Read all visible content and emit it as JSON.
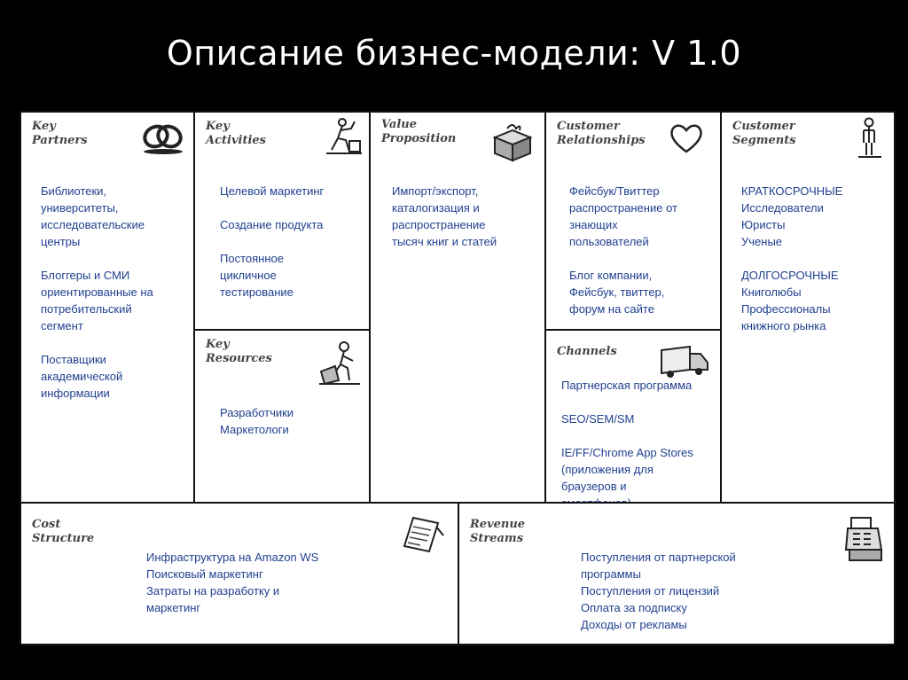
{
  "title": "Описание бизнес-модели: V 1.0",
  "colors": {
    "background": "#000000",
    "canvas": "#ffffff",
    "body_text": "#1f3f8f",
    "header_text": "#444444"
  },
  "key_partners": {
    "header": [
      "Key",
      "Partners"
    ],
    "icon": "linked-rings-icon",
    "items": [
      [
        "Библиотеки,",
        "университеты,",
        "исследовательские",
        "центры"
      ],
      [
        "Блоггеры и СМИ",
        "ориентированные на",
        "потребительский",
        "сегмент"
      ],
      [
        "Поставщики",
        "академической",
        "информации"
      ]
    ]
  },
  "key_activities": {
    "header": [
      "Key",
      "Activities"
    ],
    "icon": "worker-icon",
    "items": [
      [
        "Целевой маркетинг"
      ],
      [
        "Создание продукта"
      ],
      [
        "Постоянное",
        "цикличное",
        "тестирование"
      ]
    ]
  },
  "key_resources": {
    "header": [
      "Key",
      "Resources"
    ],
    "icon": "builder-icon",
    "items": [
      [
        "Разработчики",
        "Маркетологи"
      ]
    ]
  },
  "value_proposition": {
    "header": [
      "Value",
      "Proposition"
    ],
    "icon": "gift-box-icon",
    "items": [
      [
        "Импорт/экспорт,",
        "каталогизация и",
        "распространение",
        "тысяч книг и статей"
      ]
    ]
  },
  "customer_relationships": {
    "header": [
      "Customer",
      "Relationships"
    ],
    "icon": "heart-icon",
    "items": [
      [
        "Фейсбук/Твиттер",
        "распространение от",
        "знающих",
        "пользователей"
      ],
      [
        "Блог компании,",
        "Фейсбук, твиттер,",
        "форум на сайте"
      ]
    ]
  },
  "channels": {
    "header": [
      "Channels"
    ],
    "icon": "truck-icon",
    "items": [
      [
        "Партнерская программа"
      ],
      [
        "SEO/SEM/SM"
      ],
      [
        "IE/FF/Chrome App Stores",
        "(приложения для",
        "браузеров и",
        "смартфонов)"
      ]
    ]
  },
  "customer_segments": {
    "header": [
      "Customer",
      "Segments"
    ],
    "icon": "person-icon",
    "items": [
      [
        "КРАТКОСРОЧНЫЕ",
        "Исследователи",
        "Юристы",
        "Ученые"
      ],
      [
        "ДОЛГОСРОЧНЫЕ",
        "Книголюбы",
        "Профессионалы",
        "книжного рынка"
      ]
    ]
  },
  "cost_structure": {
    "header": [
      "Cost",
      "Structure"
    ],
    "icon": "document-icon",
    "items": [
      [
        "Инфраструктура на Amazon WS",
        "Поисковый маркетинг",
        "Затраты на разработку и",
        "маркетинг"
      ]
    ]
  },
  "revenue_streams": {
    "header": [
      "Revenue",
      "Streams"
    ],
    "icon": "cash-register-icon",
    "items": [
      [
        "Поступления от партнерской",
        "программы",
        "Поступления от лицензий",
        "Оплата за подписку",
        "Доходы от рекламы"
      ]
    ]
  }
}
